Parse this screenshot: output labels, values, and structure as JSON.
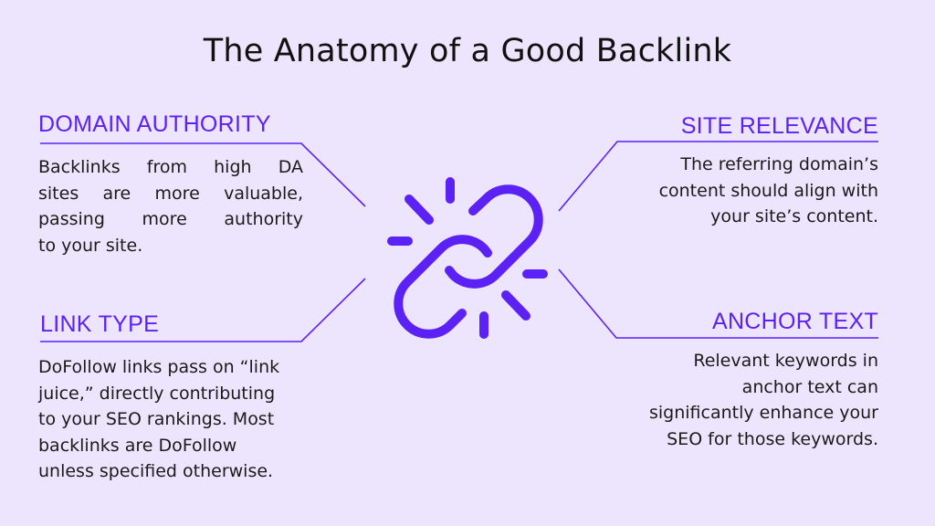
{
  "title": "The Anatomy of a Good Backlink",
  "accent_color": "#5b21f5",
  "background_color": "#ede5fe",
  "center_icon": "broken-link-icon",
  "sections": {
    "domain_authority": {
      "heading": "DOMAIN AUTHORITY",
      "lines": [
        "Backlinks from high DA",
        "sites are more valuable,",
        "passing more authority",
        "to your site."
      ]
    },
    "site_relevance": {
      "heading": "SITE RELEVANCE",
      "lines": [
        "The referring domain’s",
        "content should align with",
        "your site’s content."
      ]
    },
    "link_type": {
      "heading": "LINK TYPE",
      "lines": [
        "DoFollow links pass on “link",
        "juice,” directly contributing",
        "to your SEO rankings. Most",
        "backlinks are DoFollow",
        "unless specified otherwise."
      ]
    },
    "anchor_text": {
      "heading": "ANCHOR TEXT",
      "lines": [
        "Relevant keywords in",
        "anchor text can",
        "significantly enhance your",
        "SEO for those keywords."
      ]
    }
  }
}
